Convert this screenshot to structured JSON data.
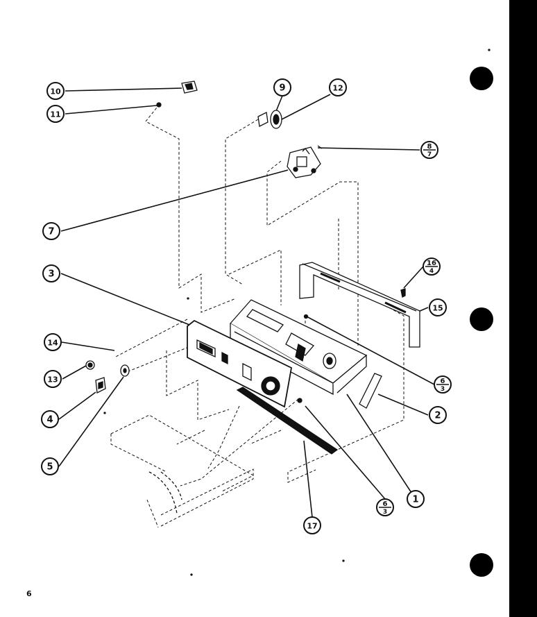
{
  "page": {
    "number": "6"
  },
  "colors": {
    "ink": "#111111",
    "paper": "#ffffff",
    "binder": "#000000"
  },
  "callouts": [
    {
      "id": "c10",
      "text": "10"
    },
    {
      "id": "c11",
      "text": "11"
    },
    {
      "id": "c9",
      "text": "9"
    },
    {
      "id": "c12",
      "text": "12"
    },
    {
      "id": "c8",
      "num": "8",
      "den": "7"
    },
    {
      "id": "c7",
      "text": "7"
    },
    {
      "id": "c3",
      "text": "3"
    },
    {
      "id": "c16",
      "num": "16",
      "den": "4"
    },
    {
      "id": "c15",
      "text": "15"
    },
    {
      "id": "c14",
      "text": "14"
    },
    {
      "id": "c13",
      "text": "13"
    },
    {
      "id": "c6a",
      "num": "6",
      "den": "3"
    },
    {
      "id": "c4",
      "text": "4"
    },
    {
      "id": "c2",
      "text": "2"
    },
    {
      "id": "c5",
      "text": "5"
    },
    {
      "id": "c6b",
      "num": "6",
      "den": "3"
    },
    {
      "id": "c1",
      "text": "1"
    },
    {
      "id": "c17",
      "text": "17"
    }
  ]
}
